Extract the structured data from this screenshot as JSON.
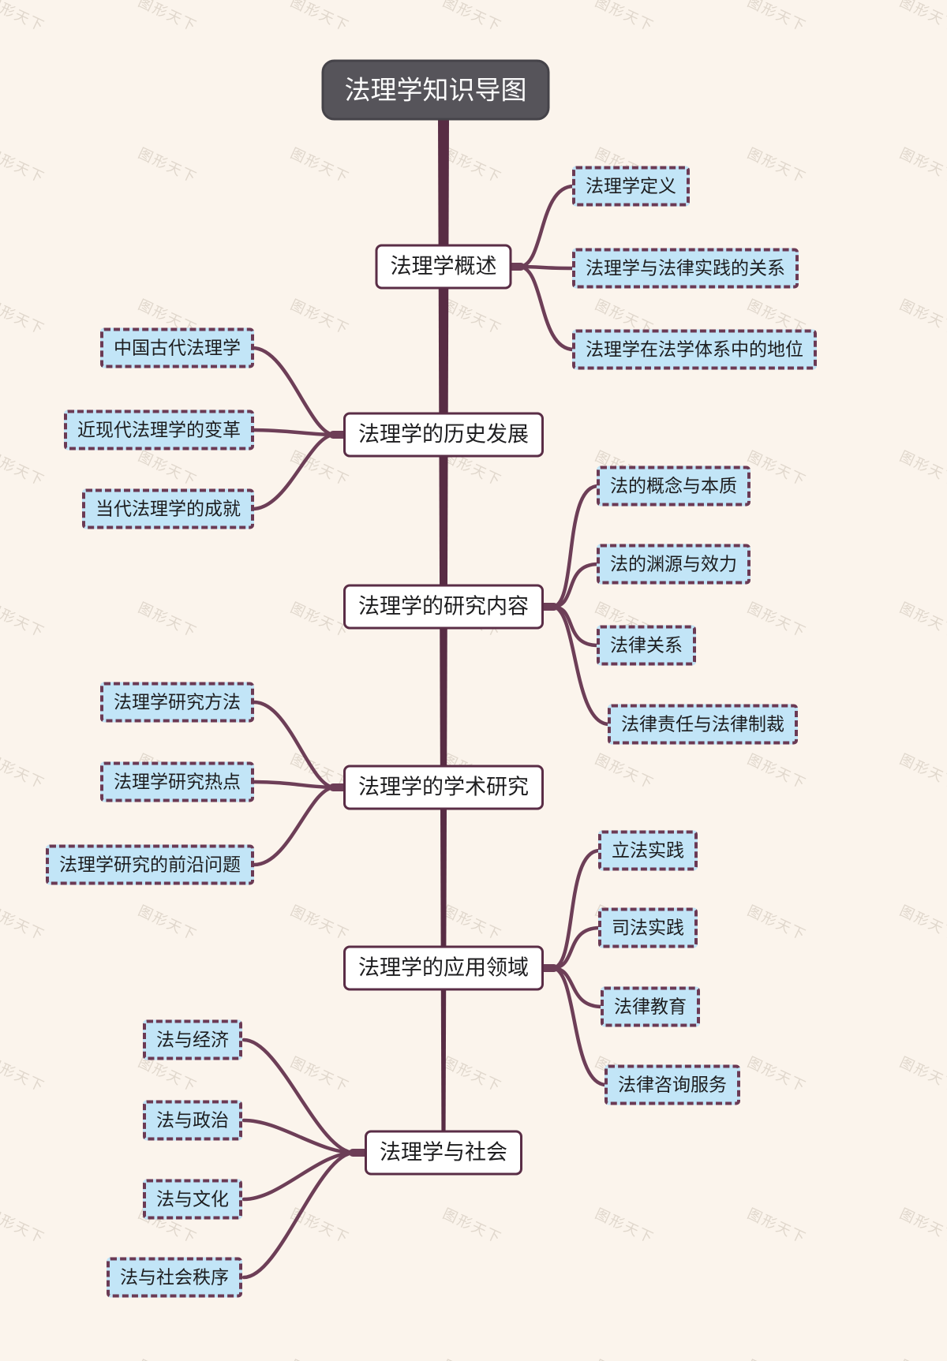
{
  "title": "法理学知识导图",
  "watermark_text": "图形天下",
  "colors": {
    "background": "#fbf4ec",
    "trunk": "#582c44",
    "branch_line": "#6d3e57",
    "main_node_border": "#5a2d46",
    "main_node_fill": "#ffffff",
    "child_node_fill": "#c2e5f7",
    "child_node_border": "#6b3a54",
    "title_fill": "#56545a",
    "title_text": "#fcfcfc"
  },
  "branches": [
    {
      "label": "法理学概述",
      "children": [
        "法理学定义",
        "法理学与法律实践的关系",
        "法理学在法学体系中的地位"
      ]
    },
    {
      "label": "法理学的历史发展",
      "children": [
        "中国古代法理学",
        "近现代法理学的变革",
        "当代法理学的成就"
      ]
    },
    {
      "label": "法理学的研究内容",
      "children": [
        "法的概念与本质",
        "法的渊源与效力",
        "法律关系",
        "法律责任与法律制裁"
      ]
    },
    {
      "label": "法理学的学术研究",
      "children": [
        "法理学研究方法",
        "法理学研究热点",
        "法理学研究的前沿问题"
      ]
    },
    {
      "label": "法理学的应用领域",
      "children": [
        "立法实践",
        "司法实践",
        "法律教育",
        "法律咨询服务"
      ]
    },
    {
      "label": "法理学与社会",
      "children": [
        "法与经济",
        "法与政治",
        "法与文化",
        "法与社会秩序"
      ]
    }
  ]
}
